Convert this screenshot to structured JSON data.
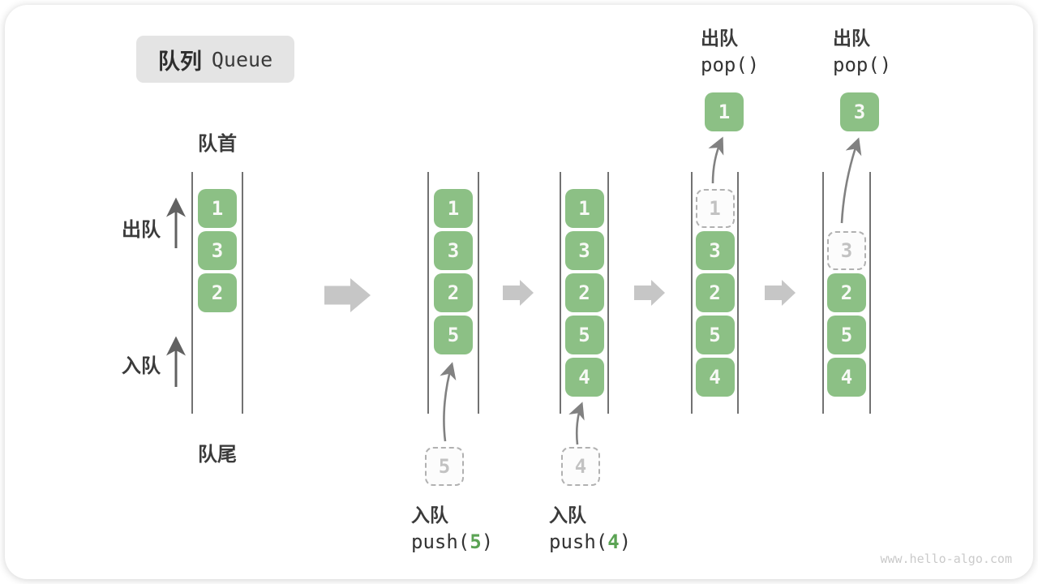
{
  "title": {
    "zh": "队列",
    "en": "Queue"
  },
  "side_labels": {
    "front": "队首",
    "rear": "队尾",
    "dequeue": "出队",
    "enqueue": "入队"
  },
  "watermark": "www.hello-algo.com",
  "colors": {
    "green": "#8cc085",
    "code_green": "#5ba354",
    "line": "#4f4f4f",
    "curve_arrow": "#818181",
    "side_arrow": "#616161",
    "block_arrow": "#c6c6c6",
    "label": "#3b3b3b",
    "title_bg": "#e4e4e4",
    "ghost_border": "#b1b1b1",
    "ghost_bg": "#fcfcfc",
    "ghost_text": "#c2c2c2",
    "watermark": "#cacaca"
  },
  "stages": [
    {
      "slots": [
        {
          "v": "1",
          "state": "solid"
        },
        {
          "v": "3",
          "state": "solid"
        },
        {
          "v": "2",
          "state": "solid"
        }
      ]
    },
    {
      "slots": [
        {
          "v": "1",
          "state": "solid"
        },
        {
          "v": "3",
          "state": "solid"
        },
        {
          "v": "2",
          "state": "solid"
        },
        {
          "v": "5",
          "state": "solid"
        }
      ],
      "in_op": {
        "value": "5",
        "label": "入队",
        "code_pre": "push(",
        "code_arg": "5",
        "code_post": ")"
      }
    },
    {
      "slots": [
        {
          "v": "1",
          "state": "solid"
        },
        {
          "v": "3",
          "state": "solid"
        },
        {
          "v": "2",
          "state": "solid"
        },
        {
          "v": "5",
          "state": "solid"
        },
        {
          "v": "4",
          "state": "solid"
        }
      ],
      "in_op": {
        "value": "4",
        "label": "入队",
        "code_pre": "push(",
        "code_arg": "4",
        "code_post": ")"
      }
    },
    {
      "slots": [
        {
          "v": "1",
          "state": "ghost"
        },
        {
          "v": "3",
          "state": "solid"
        },
        {
          "v": "2",
          "state": "solid"
        },
        {
          "v": "5",
          "state": "solid"
        },
        {
          "v": "4",
          "state": "solid"
        }
      ],
      "out_op": {
        "value": "1",
        "label": "出队",
        "code": "pop()"
      }
    },
    {
      "slots": [
        null,
        {
          "v": "3",
          "state": "ghost"
        },
        {
          "v": "2",
          "state": "solid"
        },
        {
          "v": "5",
          "state": "solid"
        },
        {
          "v": "4",
          "state": "solid"
        }
      ],
      "out_op": {
        "value": "3",
        "label": "出队",
        "code": "pop()"
      }
    }
  ]
}
